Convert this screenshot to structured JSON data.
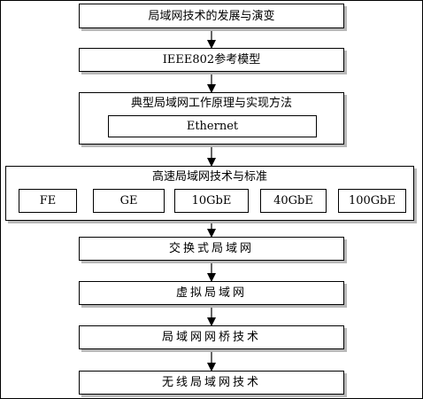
{
  "diagram": {
    "nodes": [
      {
        "id": "n1",
        "label": "局域网技术的发展与演变"
      },
      {
        "id": "n2",
        "label": "IEEE802参考模型"
      },
      {
        "id": "n3",
        "label": "典型局域网工作原理与实现方法",
        "children": [
          "Ethernet"
        ]
      },
      {
        "id": "n4",
        "label": "高速局域网技术与标准",
        "children": [
          "FE",
          "GE",
          "10GbE",
          "40GbE",
          "100GbE"
        ]
      },
      {
        "id": "n5",
        "label": "交换式局域网"
      },
      {
        "id": "n6",
        "label": "虚拟局域网"
      },
      {
        "id": "n7",
        "label": "局域网网桥技术"
      },
      {
        "id": "n8",
        "label": "无线局域网技术"
      }
    ],
    "edges": [
      {
        "from": "n1",
        "to": "n2"
      },
      {
        "from": "n2",
        "to": "n3"
      },
      {
        "from": "n3",
        "to": "n4"
      },
      {
        "from": "n4",
        "to": "n5"
      },
      {
        "from": "n5",
        "to": "n6"
      },
      {
        "from": "n6",
        "to": "n7"
      },
      {
        "from": "n7",
        "to": "n8"
      }
    ]
  }
}
